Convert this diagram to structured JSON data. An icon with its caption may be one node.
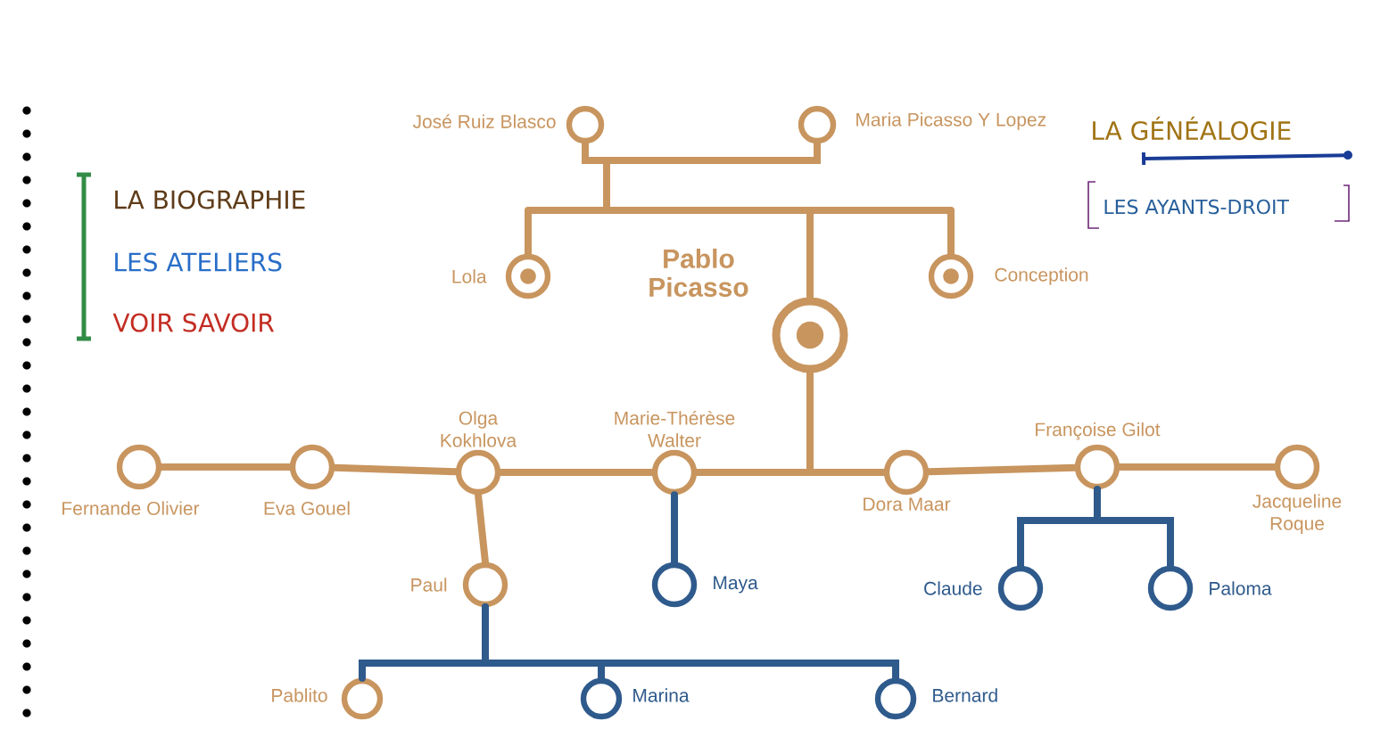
{
  "diagram": {
    "nodes": [
      {
        "text": [],
        "shape": "circle",
        "beside": [
          "José Ruiz Blasco"
        ]
      },
      {
        "text": [],
        "shape": "circle",
        "beside": [
          "Maria Picasso Y Lopez"
        ]
      },
      {
        "text": [],
        "shape": "circle",
        "beside": [
          "Lola"
        ]
      },
      {
        "text": [
          "Pablo Picasso"
        ]
      },
      {
        "text": [],
        "shape": "circle",
        "beside": [
          "Conception"
        ]
      },
      {
        "text": [],
        "shape": "circle",
        "beside": [
          "Fernande Olivier"
        ]
      },
      {
        "text": [],
        "shape": "circle",
        "beside": [
          "Eva Gouel"
        ]
      },
      {
        "text": [],
        "shape": "circle",
        "beside": [
          "Olga Kokhlova"
        ]
      },
      {
        "text": [],
        "shape": "circle",
        "beside": [
          "Marie-Thérèse Walter"
        ]
      },
      {
        "text": [],
        "shape": "circle",
        "beside": [
          "Dora Maar"
        ]
      },
      {
        "text": [],
        "shape": "circle",
        "beside": [
          "Françoise Gilot"
        ]
      },
      {
        "text": [],
        "shape": "circle",
        "beside": [
          "Jacqueline Roque"
        ]
      },
      {
        "text": [],
        "shape": "circle",
        "beside": [
          "Paul"
        ]
      },
      {
        "text": [],
        "shape": "circle",
        "beside": [
          "Maya"
        ]
      },
      {
        "text": [],
        "shape": "circle",
        "beside": [
          "Claude"
        ]
      },
      {
        "text": [],
        "shape": "circle",
        "beside": [
          "Paloma"
        ]
      },
      {
        "text": [],
        "shape": "circle",
        "beside": [
          "Pablito"
        ]
      },
      {
        "text": [],
        "shape": "circle",
        "beside": [
          "Marina"
        ]
      },
      {
        "text": [],
        "shape": "circle",
        "beside": [
          "Bernard"
        ]
      }
    ],
    "edges": [
      {
        "from": 0,
        "to": 1,
        "arrow": "none"
      },
      {
        "from": 0,
        "to": 2,
        "arrow": "none"
      },
      {
        "from": 0,
        "to": 3,
        "arrow": "none"
      },
      {
        "from": 0,
        "to": 4,
        "arrow": "none"
      },
      {
        "from": 1,
        "to": 2,
        "arrow": "none"
      },
      {
        "from": 1,
        "to": 3,
        "arrow": "none"
      },
      {
        "from": 1,
        "to": 4,
        "arrow": "none"
      },
      {
        "from": 5,
        "to": 6,
        "arrow": "none"
      },
      {
        "from": 6,
        "to": 7,
        "arrow": "none"
      },
      {
        "from": 7,
        "to": 8,
        "arrow": "none"
      },
      {
        "from": 3,
        "to": 8,
        "arrow": "none"
      },
      {
        "from": 3,
        "to": 9,
        "arrow": "none"
      },
      {
        "from": 9,
        "to": 10,
        "arrow": "none"
      },
      {
        "from": 10,
        "to": 11,
        "arrow": "none"
      },
      {
        "from": 7,
        "to": 12,
        "arrow": "none"
      },
      {
        "from": 8,
        "to": 13,
        "arrow": "none",
        "color": "#2f5a8c"
      },
      {
        "from": 10,
        "to": 14,
        "arrow": "none",
        "color": "#2f5a8c"
      },
      {
        "from": 10,
        "to": 15,
        "arrow": "none",
        "color": "#2f5a8c"
      },
      {
        "from": 12,
        "to": 16,
        "arrow": "none",
        "color": "#2f5a8c"
      },
      {
        "from": 12,
        "to": 17,
        "arrow": "none",
        "color": "#2f5a8c"
      },
      {
        "from": 12,
        "to": 18,
        "arrow": "none",
        "color": "#2f5a8c"
      }
    ],
    "labels": [
      "LA BIOGRAPHIE",
      "LES ATELIERS",
      "VOIR SAVOIR",
      "LA GÉNÉALOGIE",
      "LES AYANTS-DROIT"
    ]
  }
}
